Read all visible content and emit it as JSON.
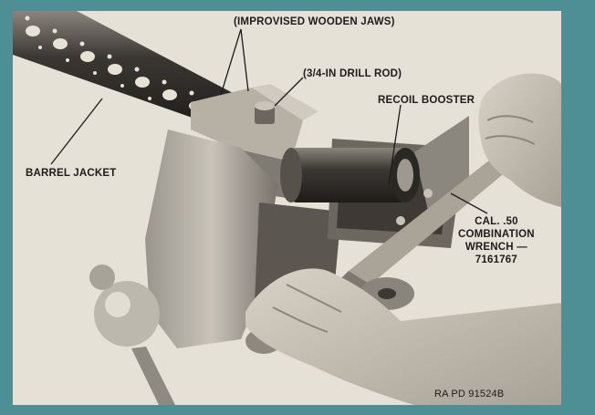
{
  "labels": {
    "jaws": "(IMPROVISED WOODEN JAWS)",
    "drill_rod": "(3/4-IN DRILL ROD)",
    "recoil_booster": "RECOIL BOOSTER",
    "barrel_jacket": "BARREL JACKET",
    "wrench_line1": "CAL. .50",
    "wrench_line2": "COMBINATION",
    "wrench_line3": "WRENCH —",
    "wrench_line4": "7161767"
  },
  "plate": "RA PD 91524B"
}
